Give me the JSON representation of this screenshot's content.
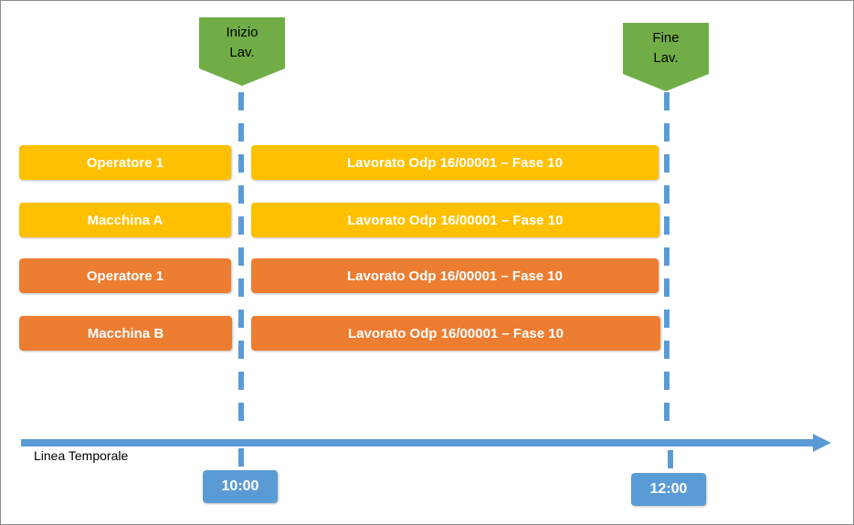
{
  "markers": {
    "start": {
      "line1": "Inizio",
      "line2": "Lav.",
      "color": "#70ad47"
    },
    "end": {
      "line1": "Fine",
      "line2": "Lav.",
      "color": "#70ad47"
    }
  },
  "rows": [
    {
      "resource": "Operatore 1",
      "activity": "Lavorato Odp 16/00001 – Fase 10",
      "color": "#ffc000"
    },
    {
      "resource": "Macchina A",
      "activity": "Lavorato Odp 16/00001 – Fase 10",
      "color": "#ffc000"
    },
    {
      "resource": "Operatore 1",
      "activity": "Lavorato Odp 16/00001 – Fase 10",
      "color": "#ed7d31"
    },
    {
      "resource": "Macchina B",
      "activity": "Lavorato Odp 16/00001 – Fase 10",
      "color": "#ed7d31"
    }
  ],
  "timeline": {
    "label": "Linea Temporale",
    "start_time": "10:00",
    "end_time": "12:00",
    "color": "#5b9bd5"
  }
}
